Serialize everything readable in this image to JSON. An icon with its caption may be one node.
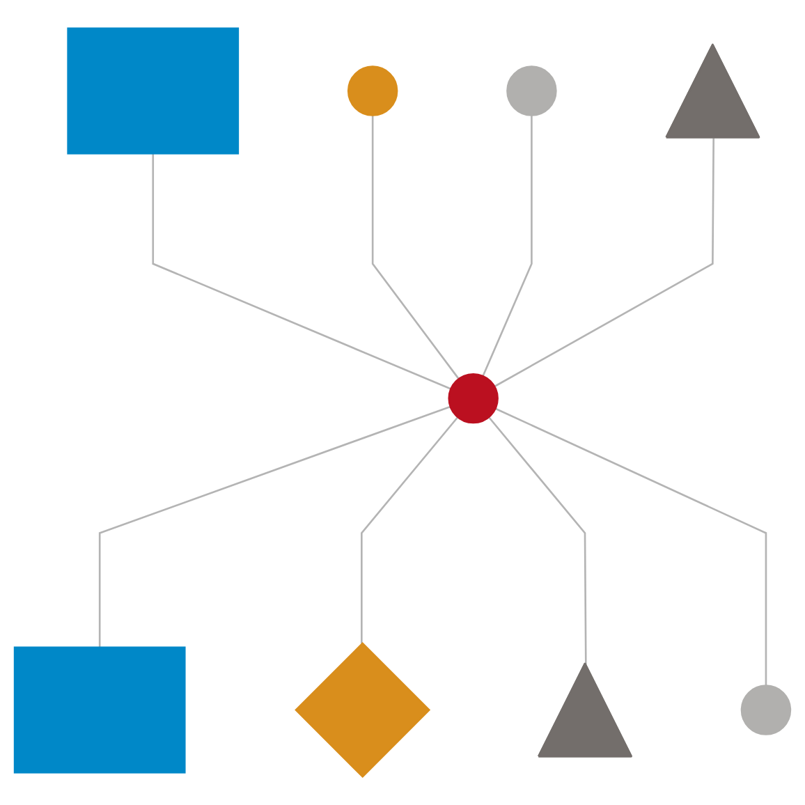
{
  "diagram": {
    "nodes": [
      {
        "text": [],
        "shape": "box"
      },
      {
        "text": [],
        "shape": "circle"
      },
      {
        "text": [],
        "shape": "circle"
      },
      {
        "text": [],
        "shape": "triangle"
      },
      {
        "text": [],
        "shape": "circle"
      },
      {
        "text": [],
        "shape": "box"
      },
      {
        "text": [],
        "shape": "diamond"
      },
      {
        "text": [],
        "shape": "triangle"
      },
      {
        "text": [],
        "shape": "circle"
      }
    ],
    "edges": [
      {
        "from": 0,
        "to": 4,
        "arrow": "none"
      },
      {
        "from": 1,
        "to": 4,
        "arrow": "none"
      },
      {
        "from": 2,
        "to": 4,
        "arrow": "none"
      },
      {
        "from": 3,
        "to": 4,
        "arrow": "none"
      },
      {
        "from": 4,
        "to": 5,
        "arrow": "none"
      },
      {
        "from": 4,
        "to": 6,
        "arrow": "none"
      },
      {
        "from": 4,
        "to": 7,
        "arrow": "none"
      },
      {
        "from": 4,
        "to": 8,
        "arrow": "none"
      }
    ]
  }
}
